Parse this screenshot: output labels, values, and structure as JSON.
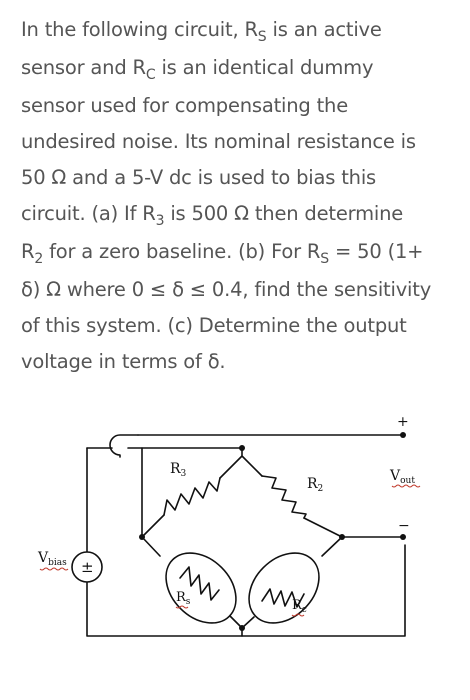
{
  "question": {
    "l1": {
      "a": "In the following circuit, R",
      "b": "S",
      "c": " is an active"
    },
    "l2": {
      "a": "sensor and R",
      "b": "C",
      "c": " is an identical dummy"
    },
    "l3": "sensor used for compensating the",
    "l4": "undesired noise. Its nominal resistance is",
    "l5": "50 Ω and a 5-V dc is used to bias this",
    "l6": {
      "a": "circuit. (a) If R",
      "b": "3",
      "c": " is 500 Ω then determine"
    },
    "l7": {
      "a": "R",
      "b": "2",
      "c": " for a zero baseline. (b) For R",
      "d": "S",
      "e": " = 50 (1+"
    },
    "l8": "δ) Ω where 0 ≤ δ ≤ 0.4, find the sensitivity",
    "l9": "of this system. (c) Determine the output",
    "l10": "voltage in terms of δ."
  },
  "circuit": {
    "r3": {
      "main": "R",
      "sub": "3"
    },
    "r2": {
      "main": "R",
      "sub": "2"
    },
    "rs": {
      "main": "R",
      "sub": "s"
    },
    "rc": {
      "main": "R",
      "sub": "c"
    },
    "vbias": {
      "main": "V",
      "sub": "bias"
    },
    "vout": {
      "main": "V",
      "sub": "out"
    },
    "source_symbol": "±",
    "plus": "+",
    "minus": "−"
  }
}
